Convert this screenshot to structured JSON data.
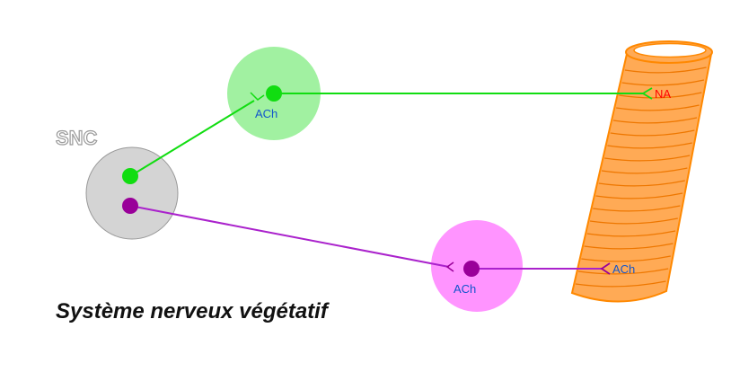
{
  "snc": {
    "label": "SNC"
  },
  "ganglion_top": {
    "transmitter": "ACh"
  },
  "ganglion_bottom": {
    "transmitter": "ACh"
  },
  "effector": {
    "top_transmitter": "NA",
    "bottom_transmitter": "ACh"
  },
  "caption": "Système nerveux végétatif",
  "colors": {
    "sympathetic": "#11dd11",
    "parasympathetic": "#990099",
    "snc_fill": "#d4d4d4",
    "ganglion_top_fill": "#90ee90",
    "ganglion_bottom_fill": "#ff88ff",
    "organ_fill": "#ffaa55",
    "organ_stroke": "#ff8800",
    "na_text": "#ff0000",
    "ach_text": "#1155cc"
  }
}
